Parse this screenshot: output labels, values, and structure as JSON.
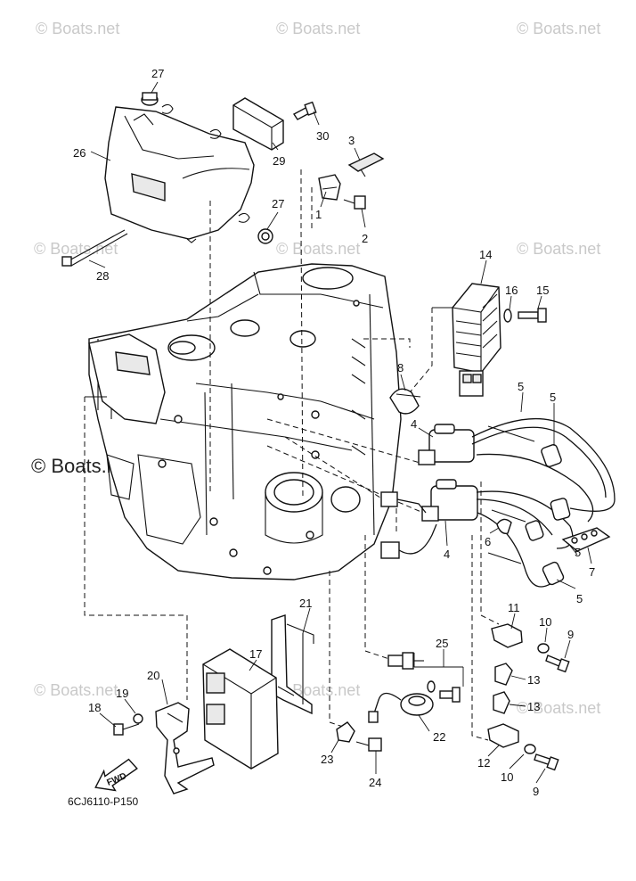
{
  "watermarks": {
    "light": "© Boats.net",
    "dark": "© Boats.net"
  },
  "diagram_code": "6CJ6110-P150",
  "direction_arrow": "FWD",
  "callouts": {
    "c1": "1",
    "c2": "2",
    "c3": "3",
    "c4a": "4",
    "c4b": "4",
    "c5a": "5",
    "c5b": "5",
    "c5c": "5",
    "c5d": "5",
    "c6": "6",
    "c7": "7",
    "c8": "8",
    "c9a": "9",
    "c9b": "9",
    "c10a": "10",
    "c10b": "10",
    "c11": "11",
    "c12": "12",
    "c13a": "13",
    "c13b": "13",
    "c14": "14",
    "c15": "15",
    "c16": "16",
    "c17": "17",
    "c18": "18",
    "c19": "19",
    "c20": "20",
    "c21": "21",
    "c22": "22",
    "c23": "23",
    "c24": "24",
    "c25": "25",
    "c26": "26",
    "c27a": "27",
    "c27b": "27",
    "c28": "28",
    "c29": "29",
    "c30": "30"
  }
}
